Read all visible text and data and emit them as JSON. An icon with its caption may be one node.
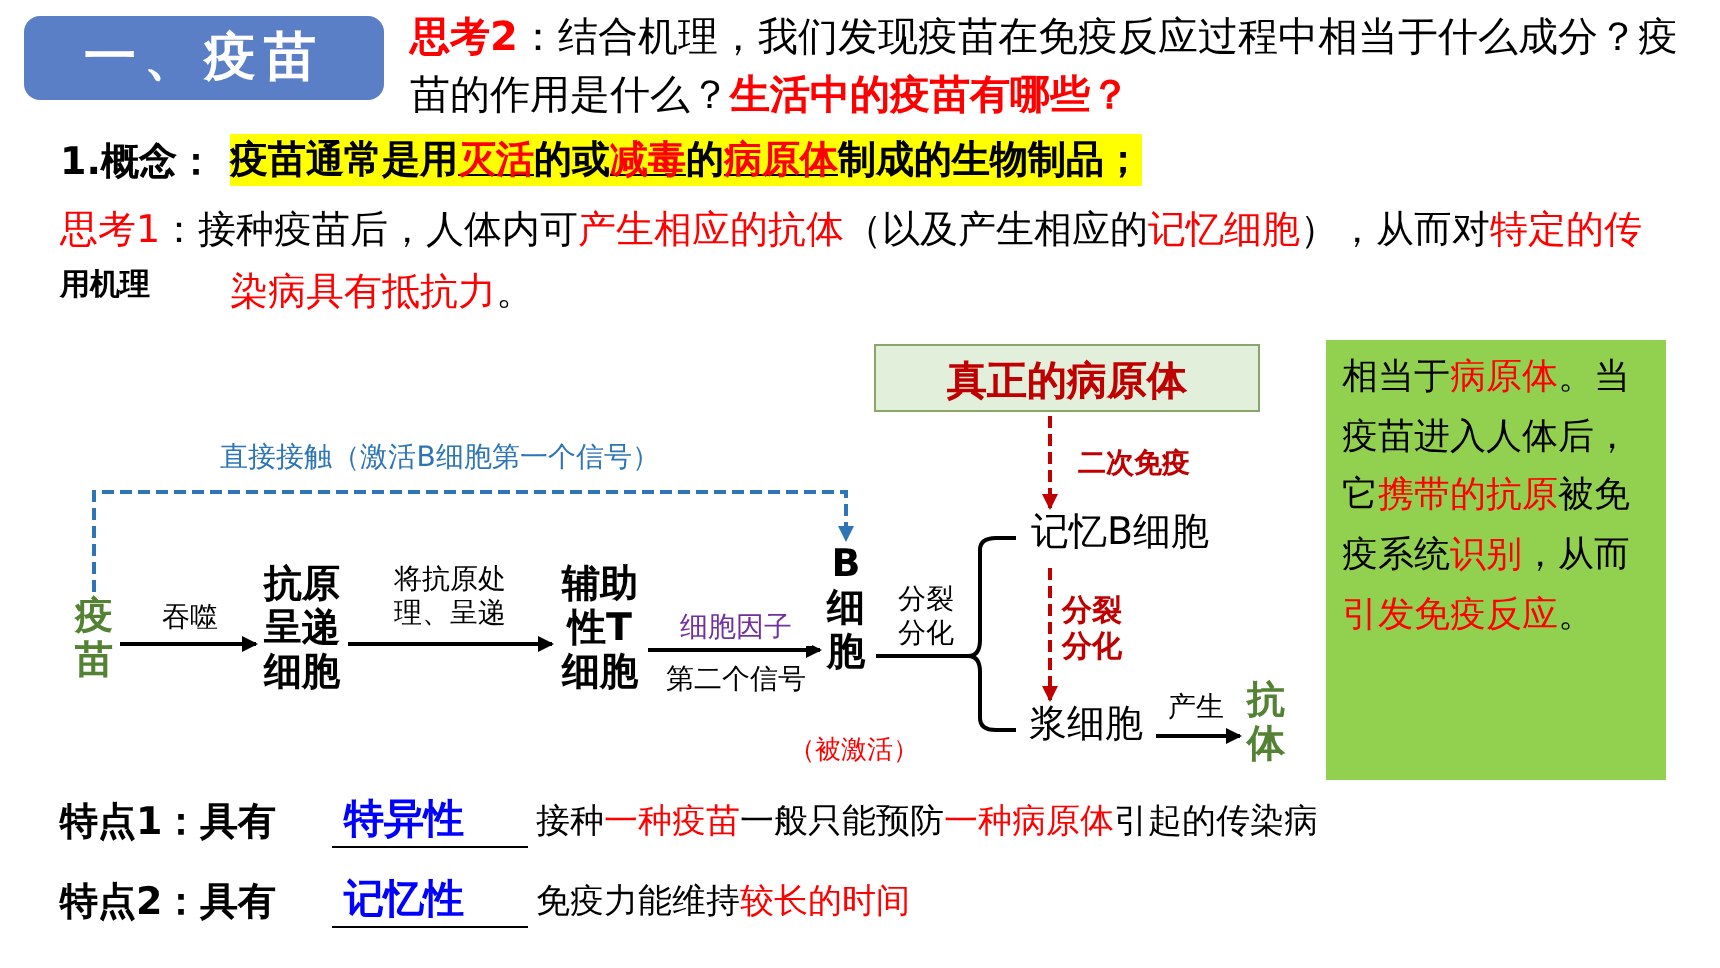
{
  "diagram": {
    "nodes": [
      {
        "text": [
          "疫苗"
        ]
      },
      {
        "text": [
          "抗原呈递细胞"
        ]
      },
      {
        "text": [
          "辅助性T细胞"
        ]
      },
      {
        "text": [
          "B细胞"
        ],
        "beside": [
          "（被激活）"
        ]
      },
      {
        "text": [
          "真正的病原体"
        ]
      },
      {
        "text": [
          "记忆B细胞"
        ]
      },
      {
        "text": [
          "浆细胞"
        ]
      },
      {
        "text": [
          "抗体"
        ]
      },
      {
        "text": [
          "相当于**病原体**。当疫苗进入人体后，它**携带的抗原**被免疫系统**识别**，从而**引发免疫反应**。"
        ]
      }
    ],
    "edges": [
      {
        "from": 0,
        "to": 1,
        "arrow": "to",
        "label": "吞噬"
      },
      {
        "from": 1,
        "to": 2,
        "arrow": "to",
        "label": "将抗原处理、呈递"
      },
      {
        "from": 2,
        "to": 3,
        "arrow": "to",
        "label": "细胞因子"
      },
      {
        "from": 0,
        "to": 3,
        "arrow": "to",
        "label": "直接接触（激活B细胞第一个信号）",
        "style": "dashed",
        "color": "#2e75b6"
      },
      {
        "from": 4,
        "to": 5,
        "arrow": "to",
        "label": "二次免疫",
        "style": "dashed",
        "color": "#c00000"
      },
      {
        "from": 3,
        "to": 5,
        "arrow": "none",
        "label": "分裂分化"
      },
      {
        "from": 3,
        "to": 6,
        "arrow": "none"
      },
      {
        "from": 5,
        "to": 6,
        "arrow": "to",
        "label": "分裂分化",
        "style": "dashed",
        "color": "#c00000"
      },
      {
        "from": 6,
        "to": 7,
        "arrow": "to",
        "label": "产生"
      }
    ],
    "labels": [
      "一、疫苗",
      "**思考2**：结合机理，我们发现疫苗在免疫反应过程中相当于什么成分？疫苗的作用是什么？**生活中的疫苗有哪些？**",
      "1.概念：",
      "疫苗通常是用**灭活**的或**减毒**的**病原体**制成的生物制品；",
      "**思考1**：接种疫苗后，人体内可**产生相应的抗体**（以及产生相应的**记忆细胞**），从而对**特定的传染病具有抵抗力**。",
      "用机理",
      "第二个信号",
      "特点1：具有",
      "特异性",
      "接种**一种疫苗**一般只能预防**一种病原体**引起的传染病",
      "特点2：具有",
      "记忆性",
      "免疫力能维持**较长的时间**"
    ]
  }
}
